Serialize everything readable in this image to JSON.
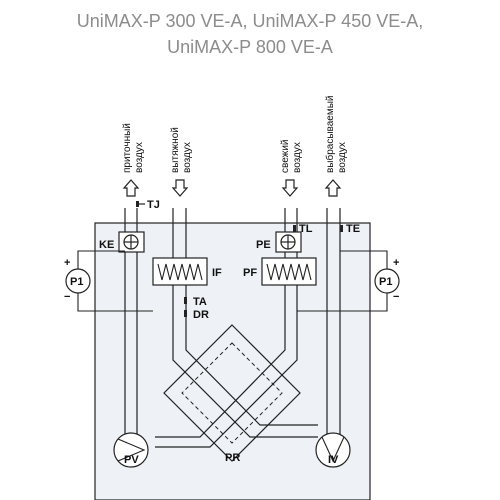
{
  "title": {
    "line1": "UniMAX-P 300 VE-A, UniMAX-P 450 VE-A,",
    "line2": "UniMAX-P 800 VE-A"
  },
  "ducts": {
    "supply_air": [
      "приточный",
      "воздух"
    ],
    "extract_air": [
      "вытяжной",
      "воздух"
    ],
    "fresh_air": [
      "свежий",
      "воздух"
    ],
    "exhaust_air": [
      "выбрасываемый",
      "воздух"
    ]
  },
  "labels": {
    "TJ": "TJ",
    "KE": "KE",
    "IF": "IF",
    "TA": "TA",
    "DR": "DR",
    "PE": "PE",
    "TL": "TL",
    "TE": "TE",
    "PF": "PF",
    "P1_left": "P1",
    "P1_right": "P1",
    "plus": "+",
    "minus": "−",
    "PV": "PV",
    "IV": "IV",
    "PR": "PR"
  },
  "colors": {
    "panel": "#eef2f6",
    "line": "#222222",
    "title": "#8c8c8c"
  }
}
